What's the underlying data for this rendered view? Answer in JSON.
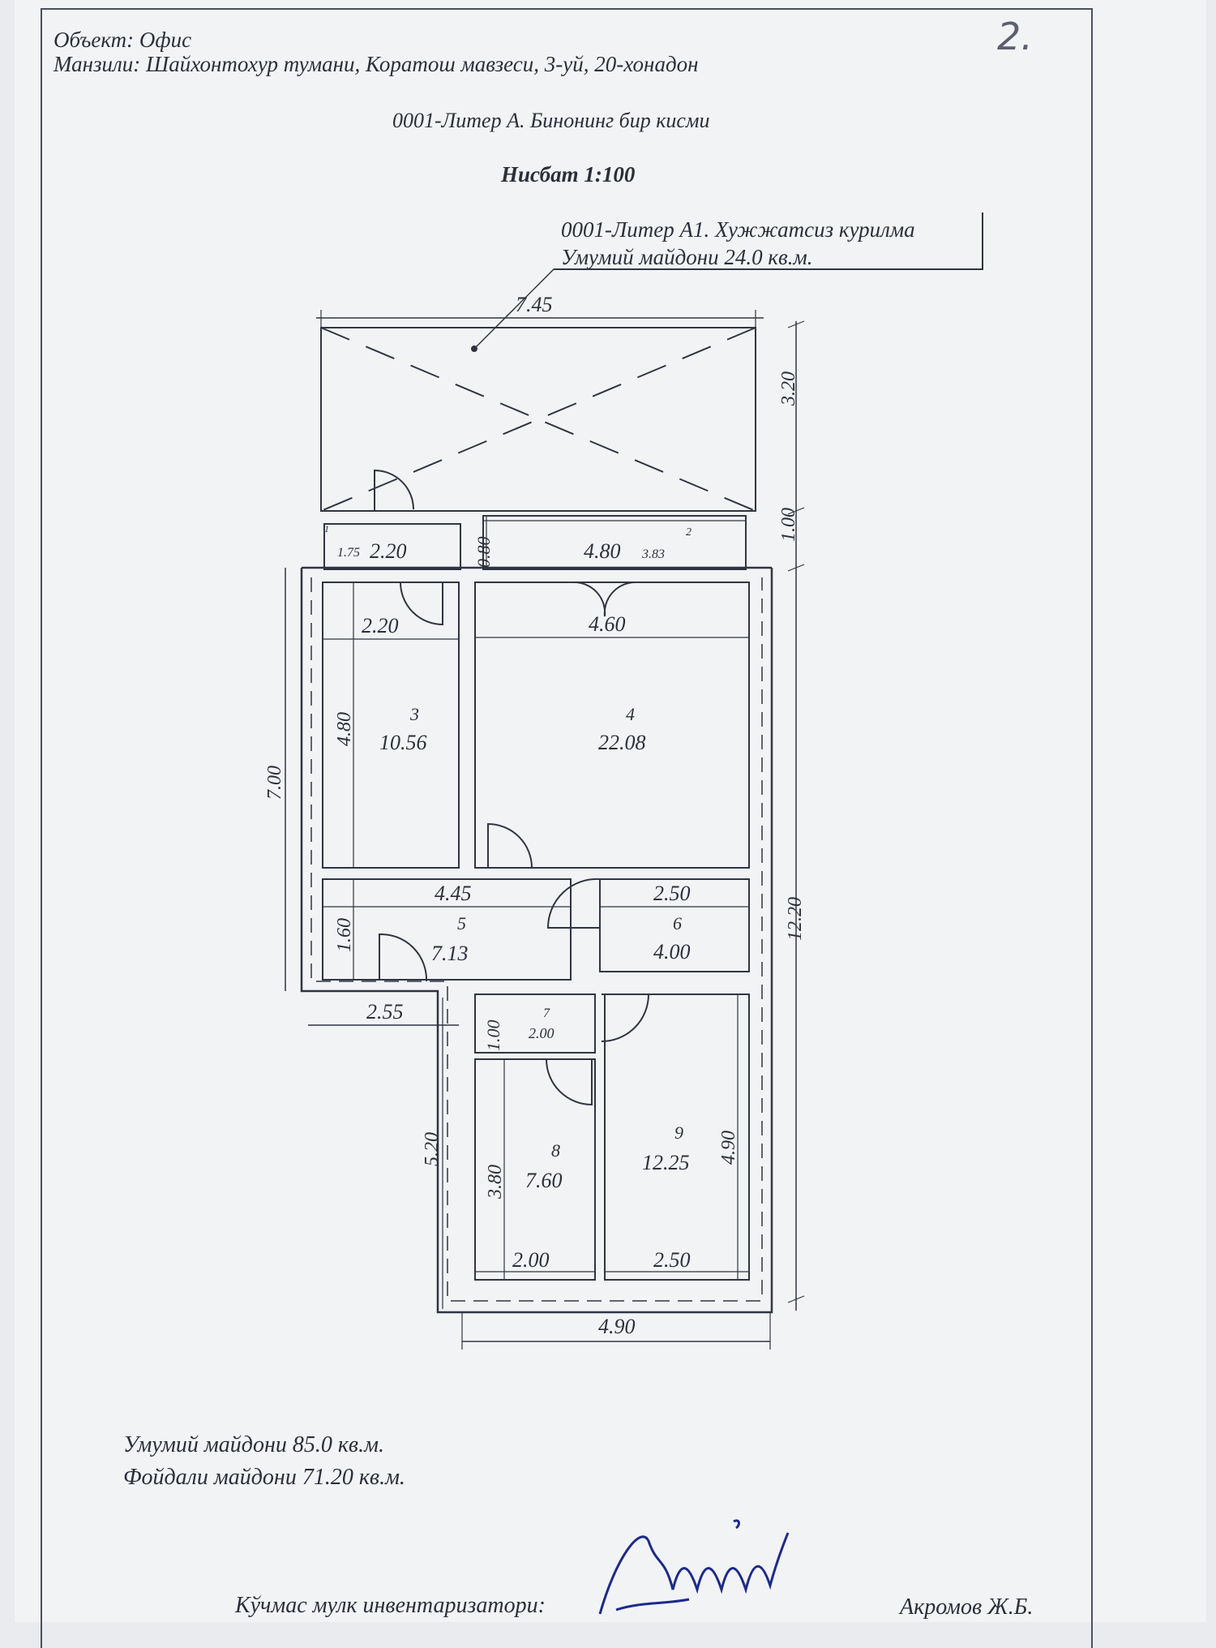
{
  "header": {
    "object_line": "Объект:   Офис",
    "address_line": "Манзили: Шайхонтохур тумани,  Коратош мавзеси, 3-уй, 20-хонадон",
    "page_number": "2."
  },
  "titles": {
    "liter_a": "0001-Литер А. Бинонинг бир кисми",
    "scale": "Нисбат 1:100",
    "liter_a1": "0001-Литер А1. Хужжатсиз курилма",
    "liter_a1_area": "Умумий майдони     24.0 кв.м."
  },
  "dimensions": {
    "top_width": "7.45",
    "right_upper": "3.20",
    "right_mid": "1.00",
    "right_total": "12.20",
    "left_total": "7.00",
    "corridor_width": "2.55",
    "lower_height": "5.20",
    "bottom_width": "4.90"
  },
  "rooms": [
    {
      "num": "1",
      "area": "1.75",
      "dims": [
        "2.20"
      ]
    },
    {
      "num": "2",
      "area": "3.83",
      "dims": [
        "0.80",
        "4.80"
      ]
    },
    {
      "num": "3",
      "area": "10.56",
      "dims": [
        "2.20",
        "4.80"
      ]
    },
    {
      "num": "4",
      "area": "22.08",
      "dims": [
        "4.60"
      ]
    },
    {
      "num": "5",
      "area": "7.13",
      "dims": [
        "4.45",
        "1.60"
      ]
    },
    {
      "num": "6",
      "area": "4.00",
      "dims": [
        "2.50"
      ]
    },
    {
      "num": "7",
      "area": "2.00",
      "dims": [
        "1.00"
      ]
    },
    {
      "num": "8",
      "area": "7.60",
      "dims": [
        "3.80",
        "2.00"
      ]
    },
    {
      "num": "9",
      "area": "12.25",
      "dims": [
        "4.90",
        "2.50"
      ]
    }
  ],
  "footer": {
    "total_area": "Умумий майдони     85.0 кв.м.",
    "useful_area": "Фойдали майдони    71.20 кв.м.",
    "inventory_label": "Кўчмас мулк инвентаризатори:",
    "inventory_name": "Акромов Ж.Б."
  },
  "colors": {
    "paper": "#f2f3f5",
    "ink": "#2a2f3a",
    "signature": "#1d2a8a"
  }
}
